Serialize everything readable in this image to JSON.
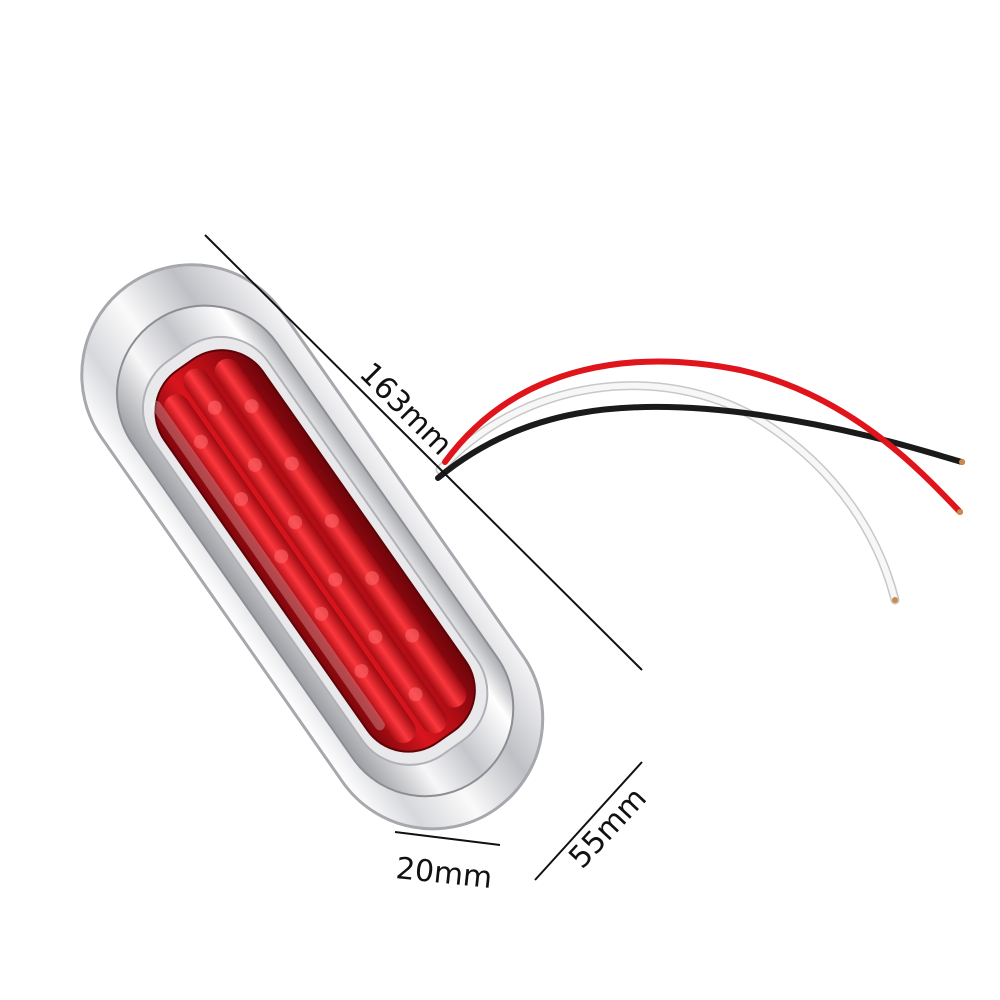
{
  "product": {
    "colors": {
      "lens": "#d4141c",
      "lens_dark": "#8e0a10",
      "chrome_light": "#f4f4f6",
      "chrome_mid": "#c9cacf",
      "chrome_dark": "#8d8e94",
      "wire_red": "#e0141b",
      "wire_black": "#1a1a1a",
      "wire_white": "#f2f2f2"
    },
    "icons": [
      "led-marker-light",
      "wire-bundle"
    ]
  },
  "dimensions": {
    "length": "163mm",
    "width": "55mm",
    "depth": "20mm"
  }
}
